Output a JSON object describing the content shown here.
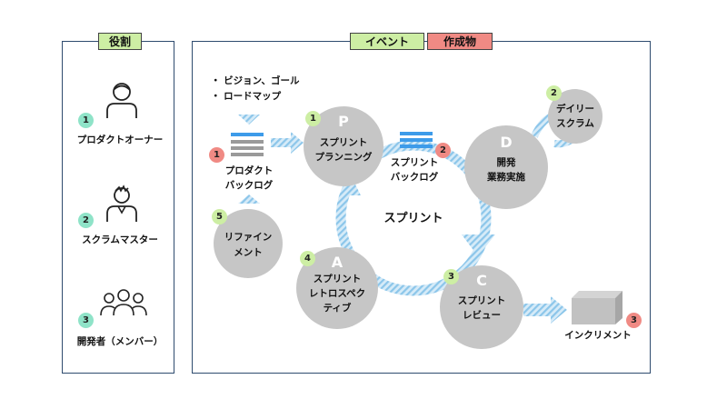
{
  "headers": {
    "roles": "役割",
    "events": "イベント",
    "artifacts": "作成物"
  },
  "roles": [
    {
      "badge": "1",
      "label": "プロダクトオーナー"
    },
    {
      "badge": "2",
      "label": "スクラムマスター"
    },
    {
      "badge": "3",
      "label": "開発者（メンバー）"
    }
  ],
  "inputs": {
    "line1": "・ ビジョン、ゴール",
    "line2": "・ ロードマップ"
  },
  "artifacts": {
    "product_backlog": {
      "badge": "1",
      "line1": "プロダクト",
      "line2": "バックログ"
    },
    "sprint_backlog": {
      "badge": "2",
      "line1": "スプリント",
      "line2": "バックログ"
    },
    "increment": {
      "badge": "3",
      "label": "インクリメント"
    }
  },
  "events": {
    "planning": {
      "badge": "1",
      "letter": "P",
      "line1": "スプリント",
      "line2": "プランニング"
    },
    "daily": {
      "badge": "2",
      "line1": "デイリー",
      "line2": "スクラム"
    },
    "development": {
      "letter": "D",
      "line1": "開発",
      "line2": "業務実施"
    },
    "review": {
      "badge": "3",
      "letter": "C",
      "line1": "スプリント",
      "line2": "レビュー"
    },
    "retrospective": {
      "badge": "4",
      "letter": "A",
      "line1": "スプリント",
      "line2": "レトロスペク",
      "line3": "ティブ"
    },
    "refinement": {
      "badge": "5",
      "line1": "リファイン",
      "line2": "メント"
    }
  },
  "sprint_label": "スプリント",
  "colors": {
    "panel_border": "#2e4b6e",
    "tag_green": "#cdeea4",
    "tag_red": "#f08a84",
    "badge_green": "#cdeea4",
    "badge_teal": "#8fe3c8",
    "badge_red": "#f08a84",
    "circle_gray": "#c6c6c6",
    "arrow_blue": "#a9d3ef",
    "stack_blue": "#3d9be9",
    "stack_gray": "#9a9a9a"
  },
  "icons": [
    "person-icon",
    "person-icon",
    "group-icon",
    "document-stack-icon",
    "cube-icon"
  ]
}
